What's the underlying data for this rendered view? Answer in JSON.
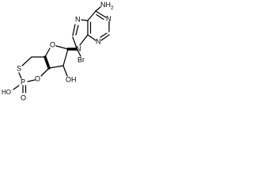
{
  "molecule": {
    "atom_labels": {
      "amine": "NH2",
      "n1": "N",
      "n3": "N",
      "n7": "N",
      "n9": "N",
      "bromo": "Br",
      "ring_oxygen": "O",
      "hydroxyl": "OH",
      "phosphate_oxygen_ring": "O",
      "phosphorus": "P",
      "thio": "S",
      "p_hydroxyl": "HO",
      "p_oxo": "O"
    }
  }
}
